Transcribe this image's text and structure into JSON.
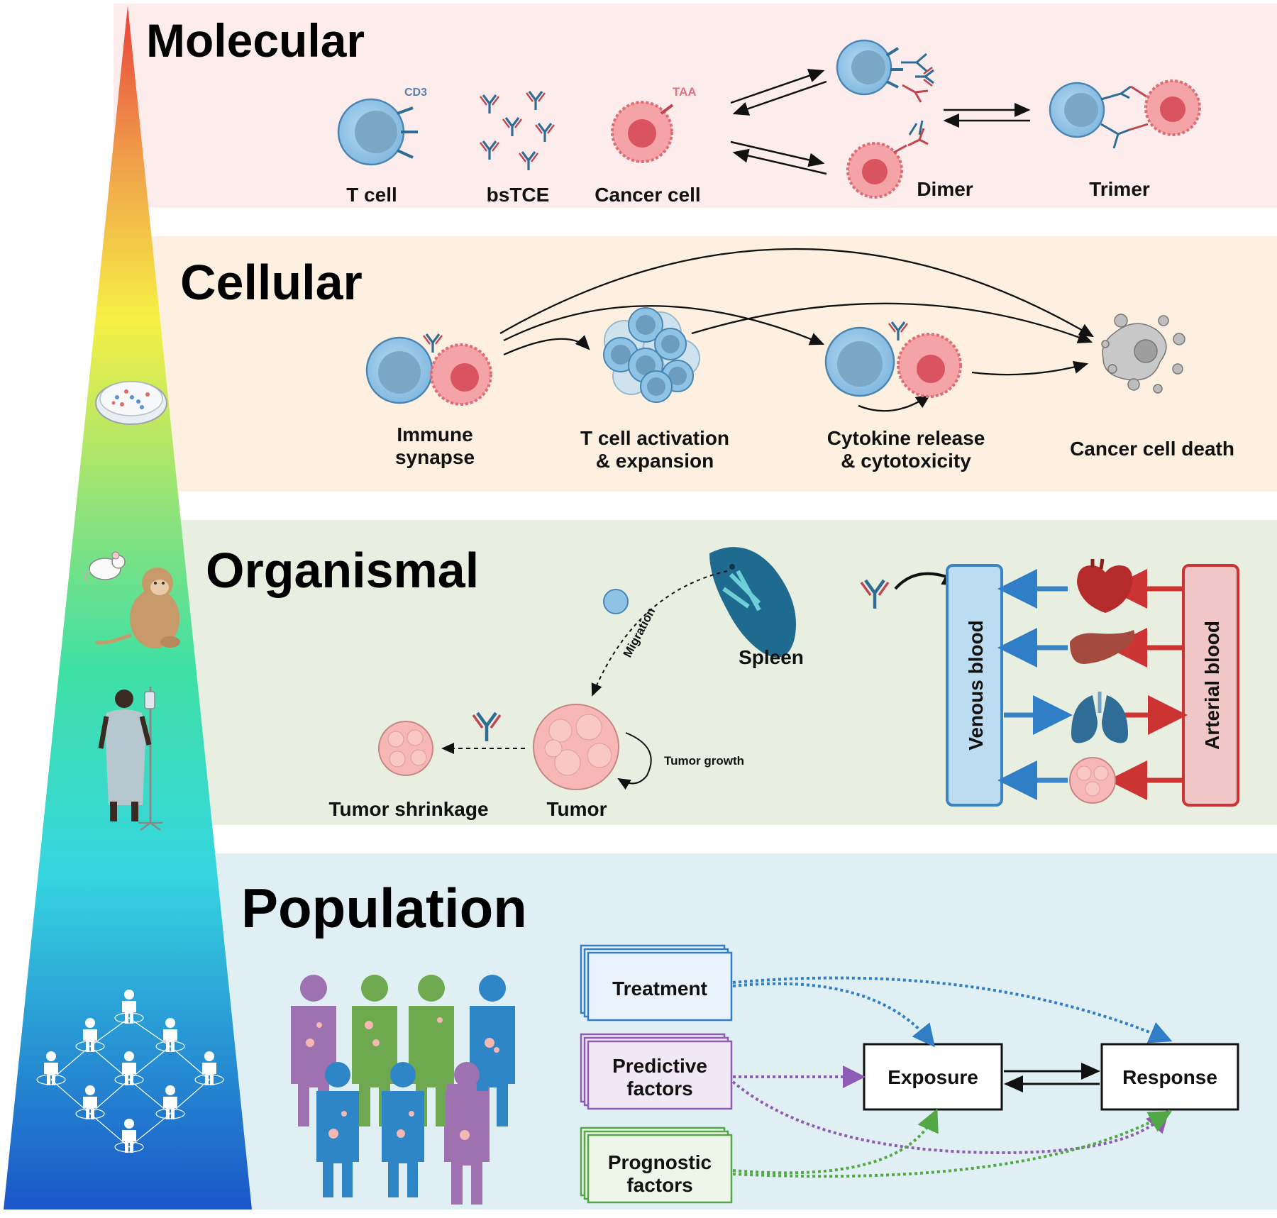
{
  "molecular": {
    "title": "Molecular",
    "cd3": "CD3",
    "taa": "TAA",
    "t_cell": "T cell",
    "bstce": "bsTCE",
    "cancer_cell": "Cancer cell",
    "dimer": "Dimer",
    "trimer": "Trimer"
  },
  "cellular": {
    "title": "Cellular",
    "immune_synapse_1": "Immune",
    "immune_synapse_2": "synapse",
    "activation_1": "T cell activation",
    "activation_2": "& expansion",
    "cytokine_1": "Cytokine release",
    "cytokine_2": "& cytotoxicity",
    "death": "Cancer cell death"
  },
  "organismal": {
    "title": "Organismal",
    "migration": "Migration",
    "spleen": "Spleen",
    "tumor_growth": "Tumor growth",
    "tumor_shrinkage": "Tumor shrinkage",
    "tumor": "Tumor",
    "venous": "Venous blood",
    "arterial": "Arterial blood"
  },
  "population": {
    "title": "Population",
    "treatment": "Treatment",
    "predictive_1": "Predictive",
    "predictive_2": "factors",
    "prognostic_1": "Prognostic",
    "prognostic_2": "factors",
    "exposure": "Exposure",
    "response": "Response"
  },
  "colors": {
    "molecular_bg": "#fdecec",
    "cellular_bg": "#fdf0e0",
    "organismal_bg": "#e8efe1",
    "population_bg": "#e0eff3",
    "t_cell_blue": "#8fc3e6",
    "cancer_pink": "#f28b8f",
    "venous_blue": "#3a83c4",
    "arterial_red": "#cc3333",
    "treatment_blue": "#2f7ec6",
    "predictive_purple": "#8e5bb5",
    "prognostic_green": "#52a845"
  }
}
